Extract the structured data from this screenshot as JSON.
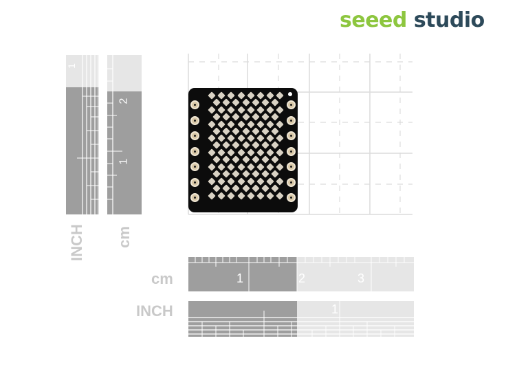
{
  "logo": {
    "part1": "seeed",
    "part2": " studio"
  },
  "vertical_inch_ruler": {
    "label": "INCH",
    "tick_label": "1"
  },
  "vertical_cm_ruler": {
    "label": "cm",
    "tick_labels": [
      "2",
      "1"
    ]
  },
  "horizontal_cm_ruler": {
    "label": "cm",
    "tick_labels": [
      "1",
      "2",
      "3"
    ]
  },
  "horizontal_inch_ruler": {
    "label": "INCH",
    "tick_label": "1"
  },
  "colors": {
    "logo_green": "#8dc63f",
    "logo_dark": "#2d4a5a",
    "ruler_dark": "#9b9b9b",
    "ruler_light": "#e6e6e6",
    "grid": "#dcdcdc",
    "board": "#0c0c0c"
  },
  "board": {
    "led_rows": 8,
    "led_cols": 8,
    "pads_per_side": 7
  }
}
